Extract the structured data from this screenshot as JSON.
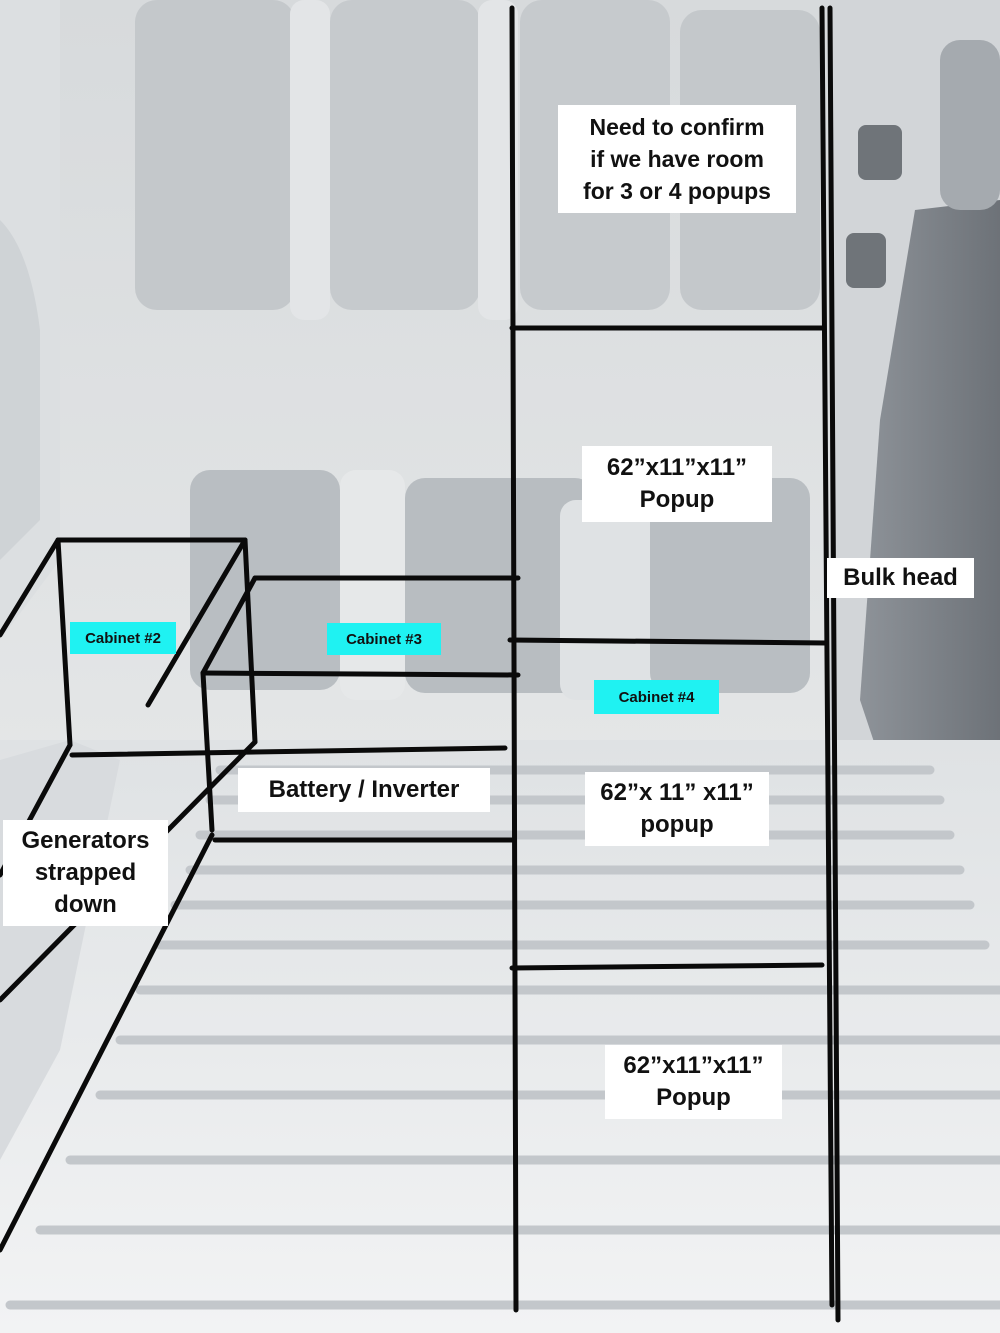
{
  "notes": {
    "confirm": [
      "Need to confirm",
      "if we have room",
      "for 3 or 4 popups"
    ],
    "popup_top": [
      "62”x11”x11”",
      "Popup"
    ],
    "bulk_head": "Bulk head",
    "popup_middle": [
      "62”x 11” x11”",
      "popup"
    ],
    "popup_bottom": [
      "62”x11”x11”",
      "Popup"
    ],
    "battery": "Battery / Inverter",
    "generators": [
      "Generators",
      "strapped",
      "down"
    ]
  },
  "cabinets": {
    "c2": "Cabinet #2",
    "c3": "Cabinet #3",
    "c4": "Cabinet #4"
  },
  "colors": {
    "cabinet_tag": "#1ff2f2",
    "line": "#0a0a0a",
    "label_bg": "#ffffff"
  }
}
